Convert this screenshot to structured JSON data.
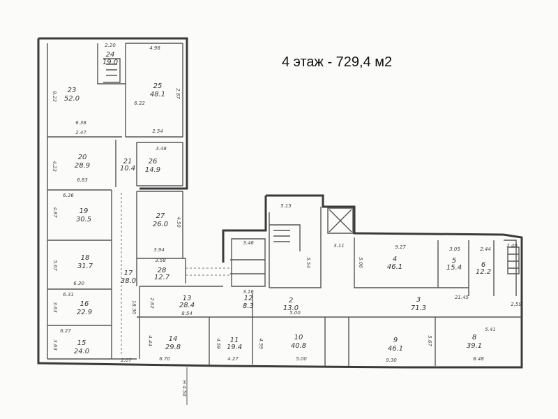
{
  "title": "4 этаж - 729,4 м2",
  "rooms": [
    {
      "number": "24",
      "area": "19.0"
    },
    {
      "number": "25",
      "area": "48.1"
    },
    {
      "number": "23",
      "area": "52.0"
    },
    {
      "number": "20",
      "area": "28.9"
    },
    {
      "number": "21",
      "area": "10.4"
    },
    {
      "number": "26",
      "area": "14.9"
    },
    {
      "number": "19",
      "area": "30.5"
    },
    {
      "number": "27",
      "area": "26.0"
    },
    {
      "number": "18",
      "area": "31.7"
    },
    {
      "number": "28",
      "area": "12.7"
    },
    {
      "number": "17",
      "area": "38.0"
    },
    {
      "number": "16",
      "area": "22.9"
    },
    {
      "number": "13",
      "area": "28.4"
    },
    {
      "number": "12",
      "area": "8.3"
    },
    {
      "number": "2",
      "area": "13.0"
    },
    {
      "number": "4",
      "area": "46.1"
    },
    {
      "number": "5",
      "area": "15.4"
    },
    {
      "number": "6",
      "area": "12.2"
    },
    {
      "number": "3",
      "area": "71.3"
    },
    {
      "number": "15",
      "area": "24.0"
    },
    {
      "number": "14",
      "area": "29.8"
    },
    {
      "number": "11",
      "area": "19.4"
    },
    {
      "number": "10",
      "area": "40.8"
    },
    {
      "number": "9",
      "area": "46.1"
    },
    {
      "number": "8",
      "area": "39.1"
    }
  ],
  "dimensions": [
    "2.20",
    "4.98",
    "9.23",
    "6.38",
    "2.47",
    "6.22",
    "2.54",
    "2.87",
    "3.48",
    "4.23",
    "6.83",
    "6.36",
    "4.87",
    "4.50",
    "3.94",
    "3.58",
    "5.67",
    "6.30",
    "6.31",
    "3.63",
    "6.27",
    "3.63",
    "2.07",
    "18.36",
    "2.62",
    "8.54",
    "4.44",
    "6.70",
    "4.59",
    "4.27",
    "4.59",
    "5.00",
    "5.00",
    "9.27",
    "3.05",
    "2.44",
    "5.06",
    "3.11",
    "5.15",
    "21.45",
    "2.59",
    "9.30",
    "5.41",
    "8.48",
    "5.67",
    "3.46",
    "3.16",
    "5.54",
    "2.40"
  ],
  "annotations": {
    "mark": "Н 4.50"
  }
}
